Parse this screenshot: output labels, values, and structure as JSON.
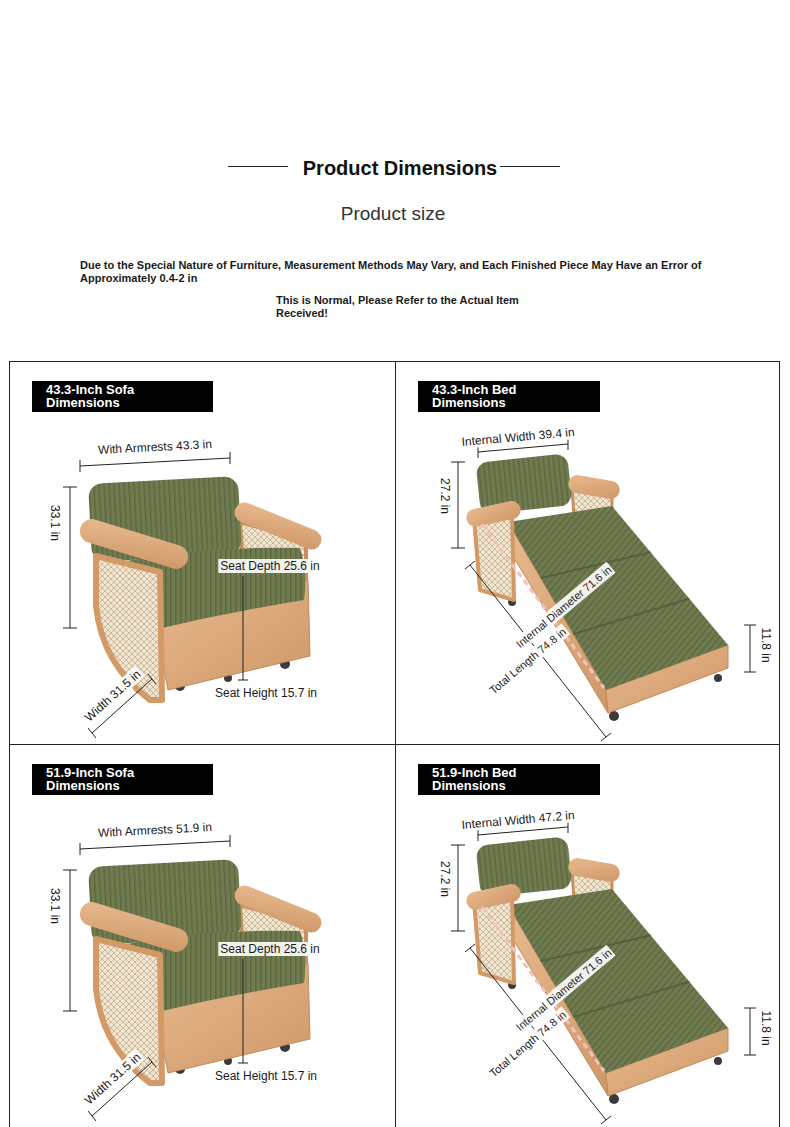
{
  "diagram": {
    "title": "Product Dimensions",
    "nodes": [
      {
        "text": [
          "43.3-Inch Sofa Dimensions"
        ]
      },
      {
        "text": [
          "43.3-Inch Bed Dimensions"
        ]
      },
      {
        "text": [
          "51.9-Inch Sofa Dimensions"
        ]
      },
      {
        "text": [
          "51.9-Inch Bed Dimensions"
        ]
      }
    ],
    "labels": [
      "Product size",
      "Due to the Special Nature of Furniture, Measurement Methods May Vary, and Each Finished Piece May Have an Error of Approximately 0.4-2 in",
      "This is Normal, Please Refer to the Actual Item Received!",
      "With Armrests 43.3 in",
      "33.1 in",
      "Seat Depth 25.6 in",
      "Width 31.5 in",
      "Seat Height 15.7 in",
      "Internal Width 39.4 in",
      "27.2 in",
      "Internal Diameter 71.6 in",
      "Total Length 74.8 in",
      "11.8 in",
      "With Armrests 51.9 in",
      "33.1 in",
      "Seat Depth 25.6 in",
      "Width 31.5 in",
      "Seat Height 15.7 in",
      "Internal Width 47.2 in",
      "27.2 in",
      "Internal Diameter 71.6 in",
      "Total Length 74.8 in",
      "11.8 in"
    ]
  }
}
